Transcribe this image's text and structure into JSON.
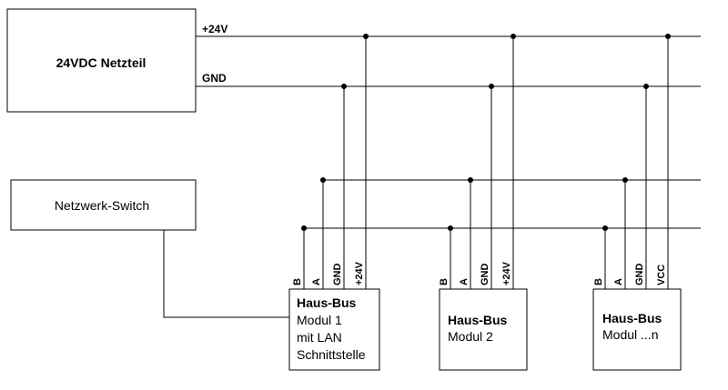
{
  "power_supply": {
    "title": "24VDC Netzteil",
    "out_plus": "+24V",
    "out_gnd": "GND"
  },
  "switch": {
    "label": "Netzwerk-Switch"
  },
  "modules": [
    {
      "pins": [
        "B",
        "A",
        "GND",
        "+24V"
      ],
      "title": "Haus-Bus",
      "lines": [
        "Modul 1",
        "mit LAN",
        "Schnittstelle"
      ]
    },
    {
      "pins": [
        "B",
        "A",
        "GND",
        "+24V"
      ],
      "title": "Haus-Bus",
      "lines": [
        "Modul 2"
      ]
    },
    {
      "pins": [
        "B",
        "A",
        "GND",
        "VCC"
      ],
      "title": "Haus-Bus",
      "lines": [
        "Modul ...n"
      ]
    }
  ]
}
